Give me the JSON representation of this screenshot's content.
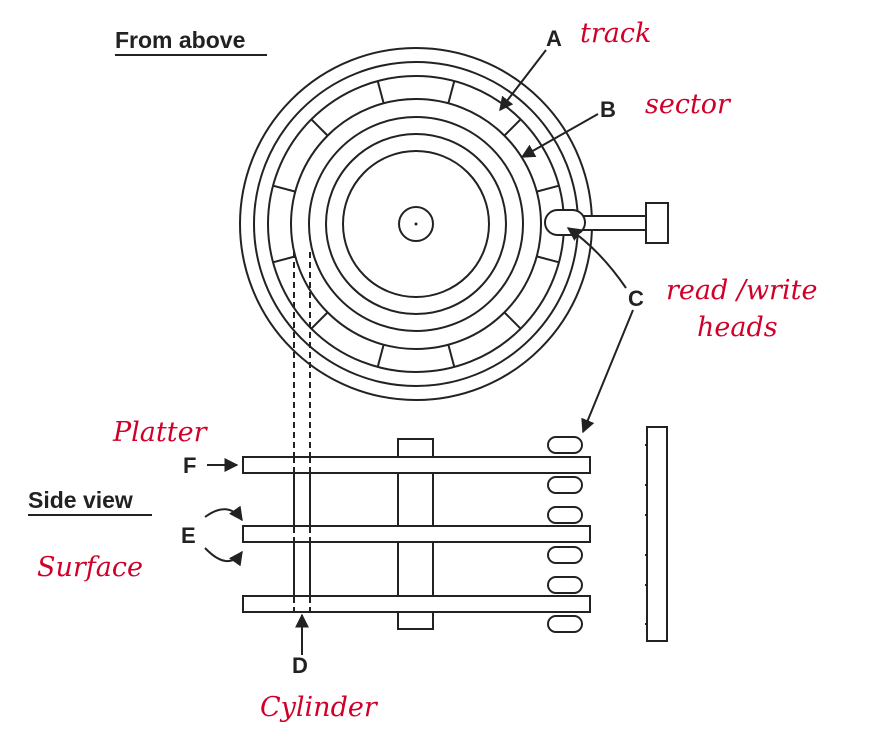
{
  "headings": {
    "from_above": "From above",
    "side_view": "Side view"
  },
  "labels": {
    "A": "A",
    "B": "B",
    "C": "C",
    "D": "D",
    "E": "E",
    "F": "F"
  },
  "annotations": {
    "track": "track",
    "sector": "sector",
    "read_write_1": "read /write",
    "read_write_2": "heads",
    "platter": "Platter",
    "surface": "Surface",
    "cylinder": "Cylinder"
  },
  "colors": {
    "ink": "#222222",
    "annotation": "#d0002a"
  }
}
